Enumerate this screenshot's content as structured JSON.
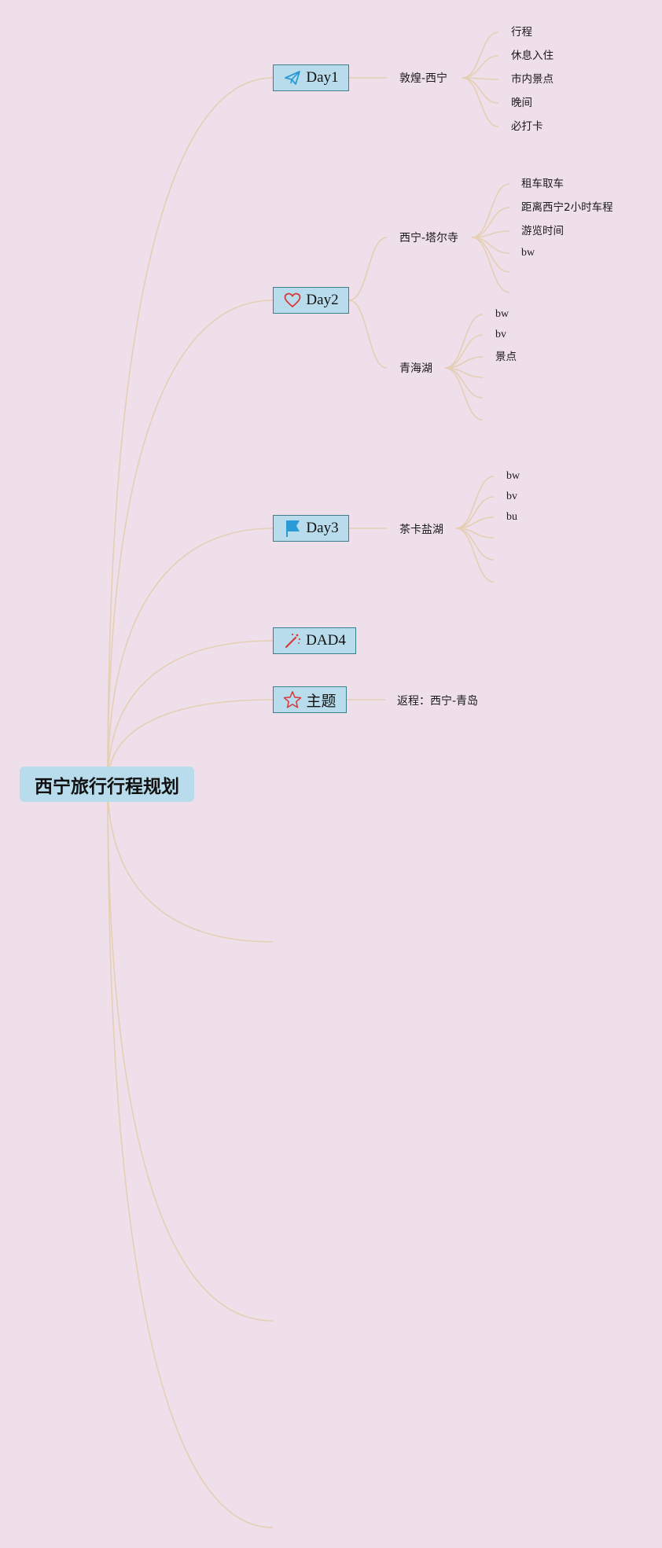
{
  "root": {
    "label": "西宁旅行行程规划"
  },
  "colors": {
    "background": "#efdfeb",
    "node_fill": "#b9dcec",
    "node_border": "#3b7f8c",
    "connector": "#e4cfb4",
    "icon_blue": "#2a9bd6",
    "icon_red": "#d93636"
  },
  "topics": [
    {
      "label": "Day1",
      "icon": "paper-plane-icon"
    },
    {
      "label": "Day2",
      "icon": "heart-icon"
    },
    {
      "label": "Day3",
      "icon": "flag-icon"
    },
    {
      "label": "DAD4",
      "icon": "magic-wand-icon"
    },
    {
      "label": "主题",
      "icon": "star-icon"
    }
  ],
  "day1": {
    "branch": "敦煌-西宁",
    "items": [
      "行程",
      "休息入住",
      "市内景点",
      "晚间",
      "必打卡"
    ]
  },
  "day2": {
    "branch1": "西宁-塔尔寺",
    "branch1_items": [
      "租车取车",
      "距离西宁2小时车程",
      "游览时间",
      "bw"
    ],
    "branch2": "青海湖",
    "branch2_items": [
      "bw",
      "bv",
      "景点"
    ]
  },
  "day3": {
    "branch": "茶卡盐湖",
    "items": [
      "bw",
      "bv",
      "bu"
    ]
  },
  "theme": {
    "branch": "返程：西宁-青岛"
  }
}
